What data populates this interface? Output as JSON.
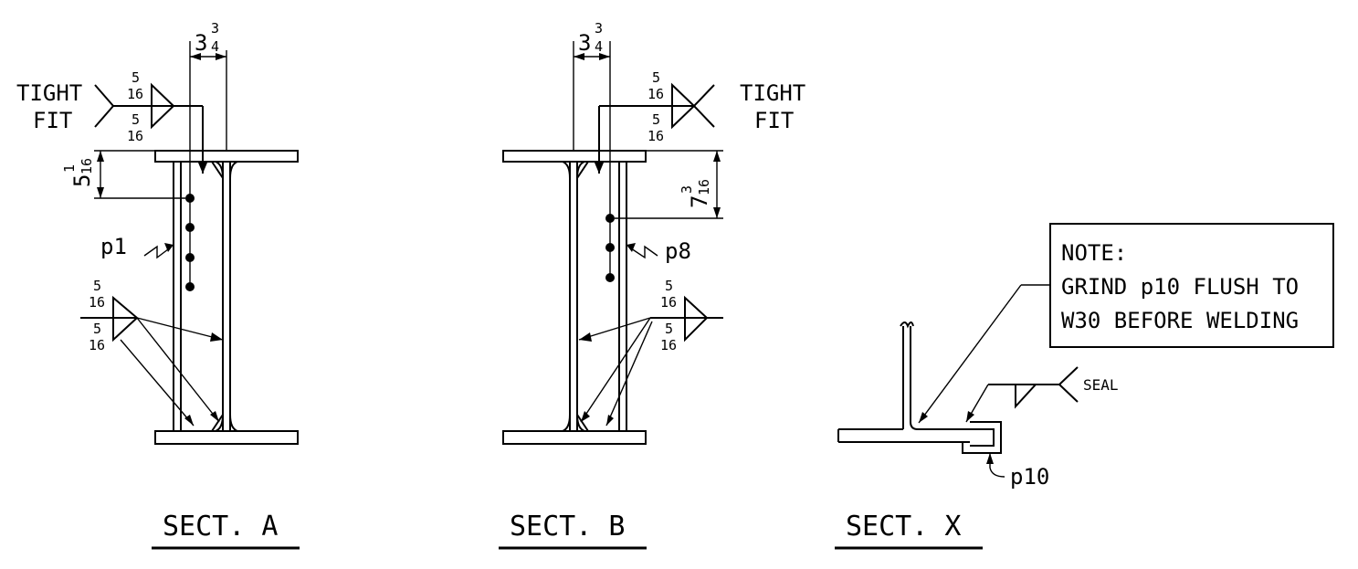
{
  "sections": {
    "a": {
      "title": "SECT. A",
      "dimension_top": {
        "whole": "3",
        "num": "3",
        "den": "4"
      },
      "dimension_side": {
        "whole": "5",
        "num": "1",
        "den": "16"
      },
      "weld_top": {
        "note_line1": "TIGHT",
        "note_line2": "FIT",
        "size_upper_num": "5",
        "size_upper_den": "16",
        "size_lower_num": "5",
        "size_lower_den": "16"
      },
      "weld_lower": {
        "size_upper_num": "5",
        "size_upper_den": "16",
        "size_lower_num": "5",
        "size_lower_den": "16"
      },
      "part_label": "p1"
    },
    "b": {
      "title": "SECT. B",
      "dimension_top": {
        "whole": "3",
        "num": "3",
        "den": "4"
      },
      "dimension_side": {
        "whole": "7",
        "num": "3",
        "den": "16"
      },
      "weld_top": {
        "note_line1": "TIGHT",
        "note_line2": "FIT",
        "size_upper_num": "5",
        "size_upper_den": "16",
        "size_lower_num": "5",
        "size_lower_den": "16"
      },
      "weld_lower": {
        "size_upper_num": "5",
        "size_upper_den": "16",
        "size_lower_num": "5",
        "size_lower_den": "16"
      },
      "part_label": "p8"
    },
    "x": {
      "title": "SECT. X",
      "note": {
        "line1": "NOTE:",
        "line2": "GRIND p10 FLUSH TO",
        "line3": "W30 BEFORE WELDING"
      },
      "weld_note": "SEAL",
      "part_label": "p10"
    }
  }
}
